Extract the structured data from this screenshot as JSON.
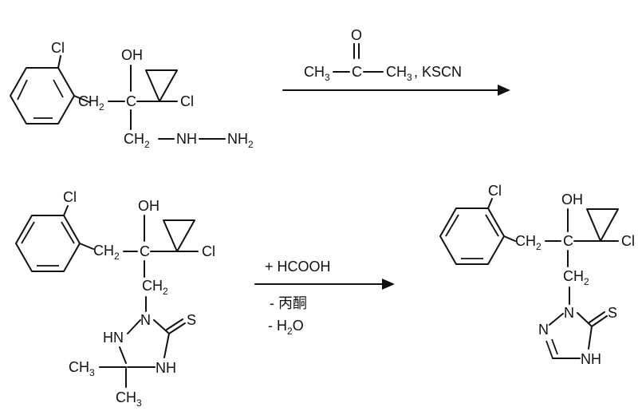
{
  "reaction1": {
    "reagents": [
      "CH3–C(=O)–CH3",
      "KSCN"
    ],
    "start_material_groups": [
      "Cl",
      "OH",
      "CH2",
      "C",
      "Cl",
      "CH2",
      "NH",
      "NH2"
    ],
    "conditions_text": {
      "o": "O",
      "ch3_left": "CH",
      "sub3": "3",
      "c": "C",
      "ch3_right": "CH",
      "kscn": ", KSCN"
    }
  },
  "reaction2": {
    "conditions": [
      "+ HCOOH",
      "- 丙酮",
      "- H2O"
    ],
    "plus_hcooh": "+ HCOOH",
    "minus_acetone": "- 丙酮",
    "minus_water_prefix": "- H",
    "minus_water_sub": "2",
    "minus_water_suffix": "O"
  },
  "labels": {
    "cl": "Cl",
    "oh": "OH",
    "ch": "CH",
    "c": "C",
    "sub2": "2",
    "sub3": "3",
    "nh": "NH",
    "hn": "HN",
    "n": "N",
    "s": "S"
  }
}
